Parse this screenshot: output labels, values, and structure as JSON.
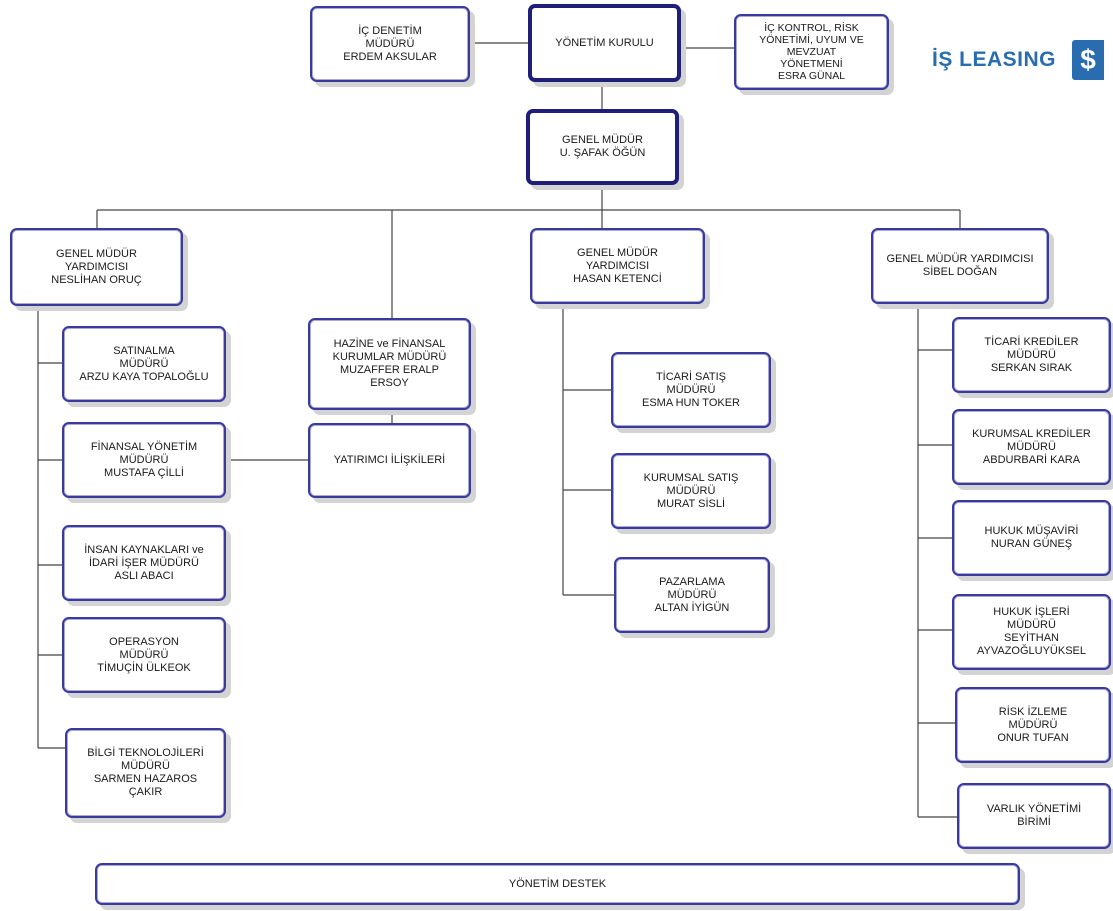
{
  "logo": {
    "text": "İŞ LEASING",
    "mark": "$",
    "color": "#2a6cb0"
  },
  "colors": {
    "border": "#3a3a9e",
    "connector": "#444444",
    "shadow": "#d3d3d3"
  },
  "nodes": {
    "yonetim_kurulu": "YÖNETİM KURULU",
    "ic_denetim": "İÇ DENETİM\nMÜDÜRÜ\nERDEM AKSULAR",
    "ic_kontrol": "İÇ KONTROL, RİSK\nYÖNETİMİ, UYUM VE\nMEVZUAT\nYÖNETMENİ\nESRA GÜNAL",
    "genel_mudur": "GENEL MÜDÜR\nU. ŞAFAK ÖĞÜN",
    "gmy_neslihan": "GENEL MÜDÜR\nYARDIMCISI\nNESLİHAN ORUÇ",
    "satinalma": "SATINALMA\nMÜDÜRÜ\nARZU KAYA TOPALOĞLU",
    "finansal_yonetim": "FİNANSAL YÖNETİM\nMÜDÜRÜ\nMUSTAFA ÇİLLİ",
    "insan_kaynaklari": "İNSAN KAYNAKLARI ve\nİDARİ İŞER MÜDÜRÜ\nASLI ABACI",
    "operasyon": "OPERASYON\nMÜDÜRÜ\nTİMUÇİN ÜLKEOK",
    "bilgi_teknolojileri": "BİLGİ TEKNOLOJİLERİ\nMÜDÜRÜ\nSARMEN HAZAROS\nÇAKIR",
    "hazine": "HAZİNE ve FİNANSAL\nKURUMLAR MÜDÜRÜ\nMUZAFFER ERALP\nERSOY",
    "yatirimci": "YATIRIMCI İLİŞKİLERİ",
    "gmy_hasan": "GENEL MÜDÜR\nYARDIMCISI\nHASAN KETENCİ",
    "ticari_satis": "TİCARİ SATIŞ\nMÜDÜRÜ\nESMA HUN TOKER",
    "kurumsal_satis": "KURUMSAL SATIŞ\nMÜDÜRÜ\nMURAT SİSLİ",
    "pazarlama": "PAZARLAMA\nMÜDÜRÜ\nALTAN İYİGÜN",
    "gmy_sibel": "GENEL MÜDÜR YARDIMCISI\nSİBEL DOĞAN",
    "ticari_krediler": "TİCARİ KREDİLER\nMÜDÜRÜ\nSERKAN SIRAK",
    "kurumsal_krediler": "KURUMSAL KREDİLER\nMÜDÜRÜ\nABDURBARİ KARA",
    "hukuk_musaviri": "HUKUK MÜŞAVİRİ\nNURAN GÜNEŞ",
    "hukuk_isleri": "HUKUK İŞLERİ\nMÜDÜRÜ\nSEYİTHAN\nAYVAZOĞLUYÜKSEL",
    "risk_izleme": "RİSK İZLEME\nMÜDÜRÜ\nONUR TUFAN",
    "varlik_yonetimi": "VARLIK YÖNETİMİ\nBİRİMİ",
    "yonetim_destek": "YÖNETİM DESTEK"
  }
}
